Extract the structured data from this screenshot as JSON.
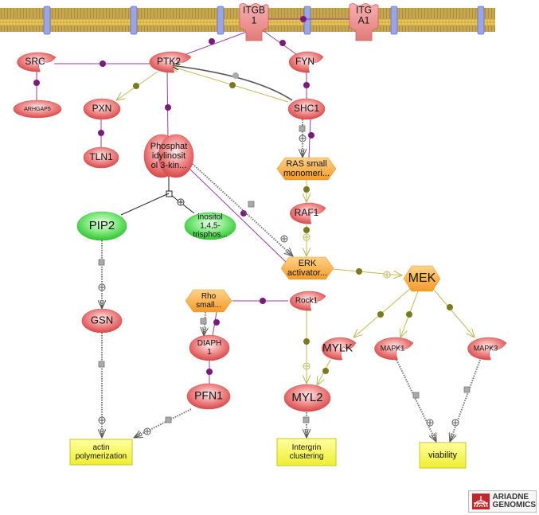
{
  "diagram": {
    "membrane": {
      "color": "#c9a94a",
      "channel_color": "#9aa4e6"
    },
    "colors": {
      "protein": "#e86a6a",
      "small_molecule": "#5ee05e",
      "complex": "#f7a83a",
      "process": "#f2f23a",
      "binding": "#8b1a8b",
      "regulation": "#8a8a22",
      "expression": "#888888"
    },
    "nodes": [
      {
        "id": "ITGB1",
        "label": "ITGB\n1",
        "type": "receptor"
      },
      {
        "id": "ITGA1",
        "label": "ITG\nA1",
        "type": "receptor"
      },
      {
        "id": "SRC",
        "label": "SRC",
        "type": "kinase"
      },
      {
        "id": "PTK2",
        "label": "PTK2",
        "type": "kinase"
      },
      {
        "id": "FYN",
        "label": "FYN",
        "type": "kinase"
      },
      {
        "id": "ARHGAP5",
        "label": "ARHGAP5",
        "type": "protein"
      },
      {
        "id": "PXN",
        "label": "PXN",
        "type": "protein"
      },
      {
        "id": "SHC1",
        "label": "SHC1",
        "type": "protein"
      },
      {
        "id": "TLN1",
        "label": "TLN1",
        "type": "protein"
      },
      {
        "id": "PI3K",
        "label": "Phosphat\nidylinosit\nol 3-kin...",
        "type": "complex-protein"
      },
      {
        "id": "RAS",
        "label": "RAS small\nmonomeri...",
        "type": "complex"
      },
      {
        "id": "RAF1",
        "label": "RAF1",
        "type": "kinase"
      },
      {
        "id": "PIP2",
        "label": "PIP2",
        "type": "small_molecule"
      },
      {
        "id": "IP3",
        "label": "inositol\n1,4,5-\ntrisphos...",
        "type": "small_molecule"
      },
      {
        "id": "ERK",
        "label": "ERK\nactivator...",
        "type": "complex"
      },
      {
        "id": "MEK",
        "label": "MEK",
        "type": "complex"
      },
      {
        "id": "GSN",
        "label": "GSN",
        "type": "protein"
      },
      {
        "id": "RHO",
        "label": "Rho\nsmall...",
        "type": "complex"
      },
      {
        "id": "ROCK1",
        "label": "Rock1",
        "type": "kinase"
      },
      {
        "id": "DIAPH1",
        "label": "DIAPH\n1",
        "type": "protein"
      },
      {
        "id": "MYLK",
        "label": "MYLK",
        "type": "kinase"
      },
      {
        "id": "MAPK1",
        "label": "MAPK1",
        "type": "kinase"
      },
      {
        "id": "MAPK3",
        "label": "MAPK3",
        "type": "kinase"
      },
      {
        "id": "PFN1",
        "label": "PFN1",
        "type": "protein"
      },
      {
        "id": "MYL2",
        "label": "MYL2",
        "type": "protein"
      },
      {
        "id": "ACTIN",
        "label": "actin\npolymerization",
        "type": "process"
      },
      {
        "id": "INTCL",
        "label": "Intergrin\nclustering",
        "type": "process"
      },
      {
        "id": "VIAB",
        "label": "viability",
        "type": "process"
      }
    ],
    "edges": [
      {
        "from": "ITGB1",
        "to": "ITGA1",
        "kind": "binding"
      },
      {
        "from": "ITGB1",
        "to": "PTK2",
        "kind": "binding"
      },
      {
        "from": "ITGB1",
        "to": "FYN",
        "kind": "binding"
      },
      {
        "from": "SRC",
        "to": "PTK2",
        "kind": "binding"
      },
      {
        "from": "SRC",
        "to": "ARHGAP5",
        "kind": "binding"
      },
      {
        "from": "PTK2",
        "to": "PXN",
        "kind": "regulation"
      },
      {
        "from": "PTK2",
        "to": "PI3K",
        "kind": "binding"
      },
      {
        "from": "SHC1",
        "to": "PTK2",
        "kind": "regulation"
      },
      {
        "from": "SHC1",
        "to": "PTK2",
        "kind": "unknown"
      },
      {
        "from": "FYN",
        "to": "SHC1",
        "kind": "binding"
      },
      {
        "from": "PXN",
        "to": "TLN1",
        "kind": "binding"
      },
      {
        "from": "SHC1",
        "to": "RAS",
        "kind": "expression"
      },
      {
        "from": "SHC1",
        "to": "RAS",
        "kind": "binding"
      },
      {
        "from": "PI3K",
        "to": "IP3",
        "kind": "reaction"
      },
      {
        "from": "PIP2",
        "to": "IP3",
        "kind": "reaction"
      },
      {
        "from": "PI3K",
        "to": "ERK",
        "kind": "binding"
      },
      {
        "from": "PI3K",
        "to": "ERK",
        "kind": "expression"
      },
      {
        "from": "RAS",
        "to": "RAF1",
        "kind": "regulation"
      },
      {
        "from": "RAF1",
        "to": "ERK",
        "kind": "regulation"
      },
      {
        "from": "ERK",
        "to": "MEK",
        "kind": "regulation"
      },
      {
        "from": "PIP2",
        "to": "GSN",
        "kind": "expression"
      },
      {
        "from": "RHO",
        "to": "ROCK1",
        "kind": "binding"
      },
      {
        "from": "RHO",
        "to": "DIAPH1",
        "kind": "expression"
      },
      {
        "from": "RHO",
        "to": "DIAPH1",
        "kind": "binding"
      },
      {
        "from": "DIAPH1",
        "to": "PFN1",
        "kind": "binding"
      },
      {
        "from": "ROCK1",
        "to": "MYL2",
        "kind": "regulation"
      },
      {
        "from": "MYLK",
        "to": "MYL2",
        "kind": "regulation"
      },
      {
        "from": "MEK",
        "to": "MYLK",
        "kind": "regulation"
      },
      {
        "from": "MEK",
        "to": "MAPK1",
        "kind": "regulation"
      },
      {
        "from": "MEK",
        "to": "MAPK3",
        "kind": "regulation"
      },
      {
        "from": "GSN",
        "to": "ACTIN",
        "kind": "expression"
      },
      {
        "from": "PFN1",
        "to": "ACTIN",
        "kind": "expression"
      },
      {
        "from": "MYL2",
        "to": "INTCL",
        "kind": "expression"
      },
      {
        "from": "MAPK1",
        "to": "VIAB",
        "kind": "expression"
      },
      {
        "from": "MAPK3",
        "to": "VIAB",
        "kind": "expression"
      }
    ]
  },
  "logo": {
    "line1": "ARIADNE",
    "line2": "GENOMICS",
    "color": "#c0282d"
  }
}
